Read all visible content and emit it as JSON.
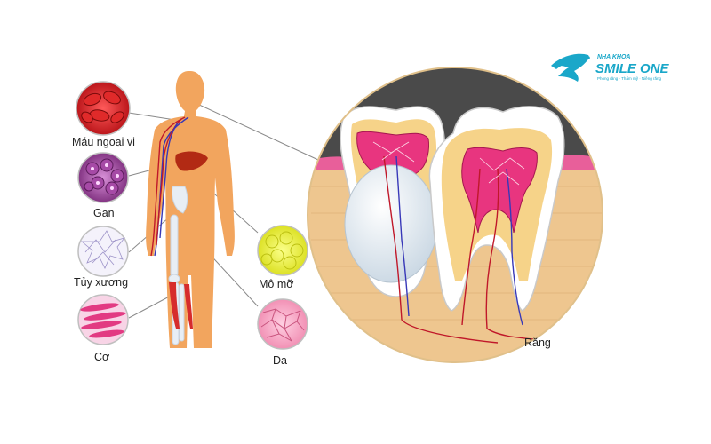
{
  "labels": {
    "peripheral_blood": "Máu ngoại vi",
    "liver": "Gan",
    "bone_marrow": "Tủy xương",
    "muscle": "Cơ",
    "fat": "Mô mỡ",
    "skin": "Da",
    "tooth": "Răng"
  },
  "brand": {
    "line1": "NHA KHOA",
    "line2": "SMILE ONE",
    "tagline": "Phòng răng · Thẩm mỹ · Niềng răng"
  },
  "colors": {
    "body": "#f2a55e",
    "gum": "#eec68f",
    "pulp": "#e8357f",
    "blood": "#d9243a",
    "brand": "#1aa7c9"
  }
}
